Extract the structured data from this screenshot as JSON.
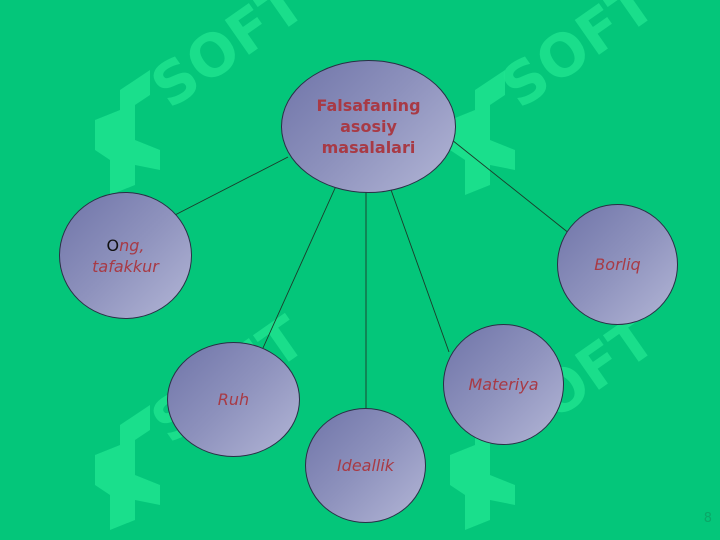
{
  "slide": {
    "center": "Falsafaning asosiy masalalari",
    "nodes": {
      "ong_first": "O",
      "ong_rest": "ng, tafakkur",
      "borliq": "Borliq",
      "ruh": "Ruh",
      "ideallik": "Ideallik",
      "materiya": "Materiya"
    },
    "page_number": "8"
  },
  "watermark": {
    "text": "SOFT",
    "color": "#1ee38f"
  },
  "colors": {
    "background": "#04c67a",
    "label": "#a83a45",
    "node_fill_start": "#6f74a8",
    "node_fill_end": "#b3b6d6"
  }
}
